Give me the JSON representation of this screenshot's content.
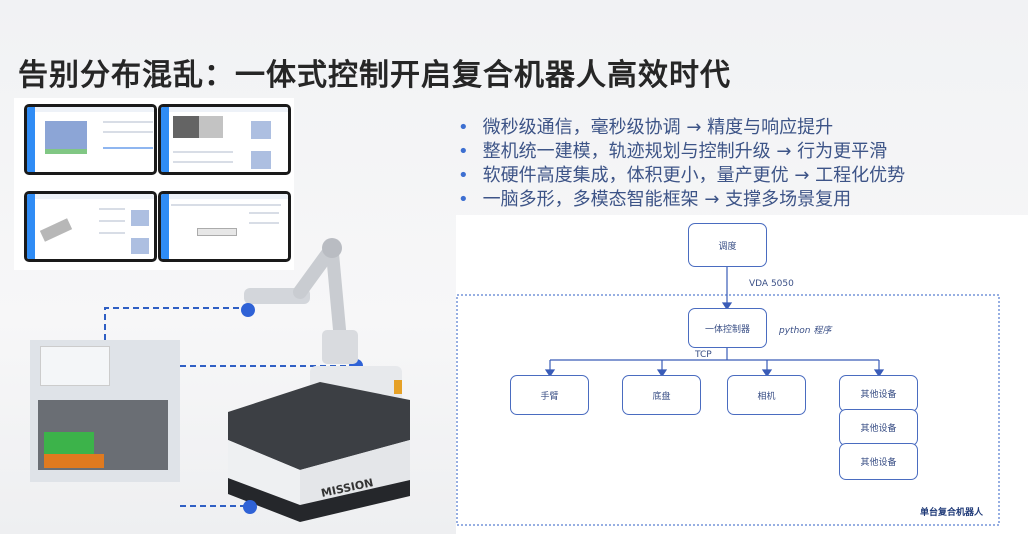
{
  "title": "告别分布混乱：一体式控制开启复合机器人高效时代",
  "bullets": [
    "微秒级通信，毫秒级协调 → 精度与响应提升",
    "整机统一建模，轨迹规划与控制升级 → 行为更平滑",
    "软硬件高度集成，体积更小，量产更优 → 工程化优势",
    "一脑多形，多模态智能框架 → 支撑多场景复用"
  ],
  "diagram": {
    "dispatch": "调度",
    "protocol": "VDA 5050",
    "controller": "一体控制器",
    "program": "python 程序",
    "link": "TCP",
    "devices": [
      "手臂",
      "底盘",
      "相机"
    ],
    "other_devices": [
      "其他设备",
      "其他设备",
      "其他设备"
    ],
    "group_label": "单台复合机器人"
  },
  "robot": {
    "brand": "MISSION"
  },
  "colors": {
    "accent": "#3d6fd1",
    "diagram": "#4a6cc0",
    "dashed": "#2f5fc4"
  }
}
